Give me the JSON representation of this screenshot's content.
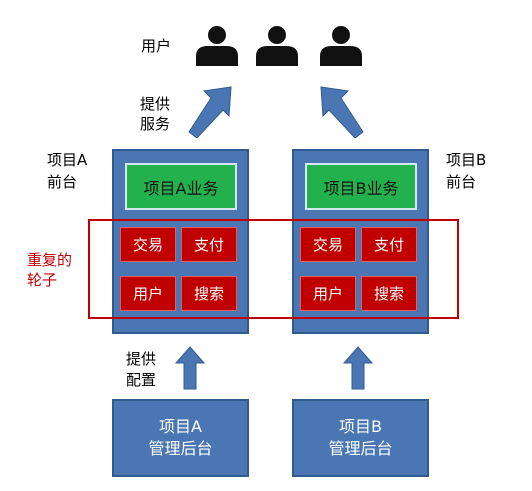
{
  "users": {
    "label": "用户",
    "icon_count": 3,
    "icon": "person-icon"
  },
  "provide_service": {
    "line1": "提供",
    "line2": "服务"
  },
  "provide_config": {
    "line1": "提供",
    "line2": "配置"
  },
  "reinvented_wheel": {
    "line1": "重复的",
    "line2": "轮子"
  },
  "project_a": {
    "frontend_line1": "项目A",
    "frontend_line2": "前台",
    "business": "项目A业务",
    "modules": [
      "交易",
      "支付",
      "用户",
      "搜索"
    ],
    "admin_line1": "项目A",
    "admin_line2": "管理后台"
  },
  "project_b": {
    "frontend_line1": "项目B",
    "frontend_line2": "前台",
    "business": "项目B业务",
    "modules": [
      "交易",
      "支付",
      "用户",
      "搜索"
    ],
    "admin_line1": "项目B",
    "admin_line2": "管理后台"
  },
  "colors": {
    "project_blue": "#4a77b4",
    "business_green": "#22b14c",
    "module_red": "#c00000",
    "wheel_outline": "#c00000"
  }
}
